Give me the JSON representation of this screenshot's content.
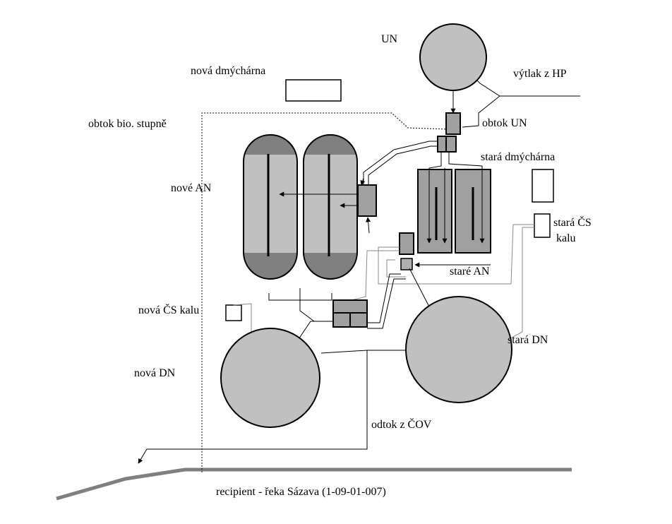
{
  "labels": {
    "un": "UN",
    "vytlak": "výtlak z HP",
    "nova_dmycharna": "nová dmýchárna",
    "obtok_bio": "obtok bio. stupně",
    "obtok_un": "obtok UN",
    "stara_dmycharna": "stará dmýchárna",
    "nove_an": "nové AN",
    "stara_cs_line1": "stará ČS",
    "stara_cs_line2": "kalu",
    "stare_an": "staré AN",
    "nova_cs": "nová ČS kalu",
    "stara_dn": "stará DN",
    "nova_dn": "nová DN",
    "odtok": "odtok z ČOV",
    "recipient": "recipient - řeka Sázava (1-09-01-007)"
  },
  "colors": {
    "tank_fill": "#c0c0c0",
    "tank_dark": "#808080",
    "river": "#7f7f7f",
    "line": "#000000",
    "dotted": "#8a8a8a"
  }
}
